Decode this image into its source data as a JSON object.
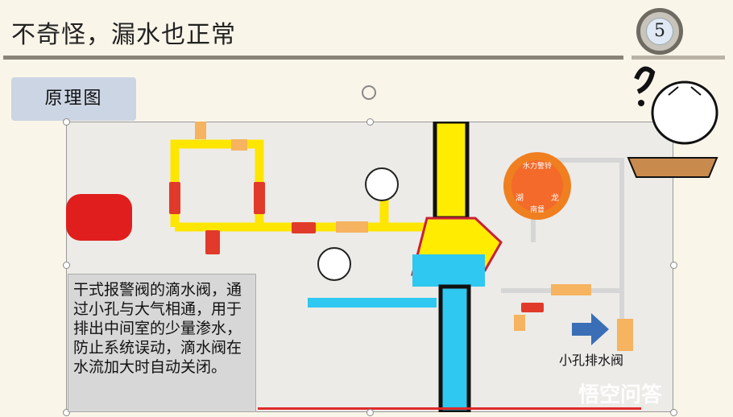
{
  "header": {
    "title": "不奇怪，漏水也正常",
    "page_number": "5"
  },
  "tab": {
    "label": "原理图"
  },
  "description": {
    "text": "干式报警阀的滴水阀，通过小孔与大气相通，用于排出中间室的少量渗水，防止系统误动，滴水阀在水流加大时自动关闭。"
  },
  "labels": {
    "drain_valve": "小孔排水阀",
    "water_gong": "水力警铃",
    "gong_left": "湖",
    "gong_right": "龙",
    "gong_bottom": "南督"
  },
  "watermark": {
    "text": "悟空问答"
  },
  "colors": {
    "water": "#2ec8f0",
    "air": "#ffee00",
    "pipe_stroke": "#111",
    "valve_red": "#e23a2a",
    "gong_orange": "#f07f20"
  }
}
